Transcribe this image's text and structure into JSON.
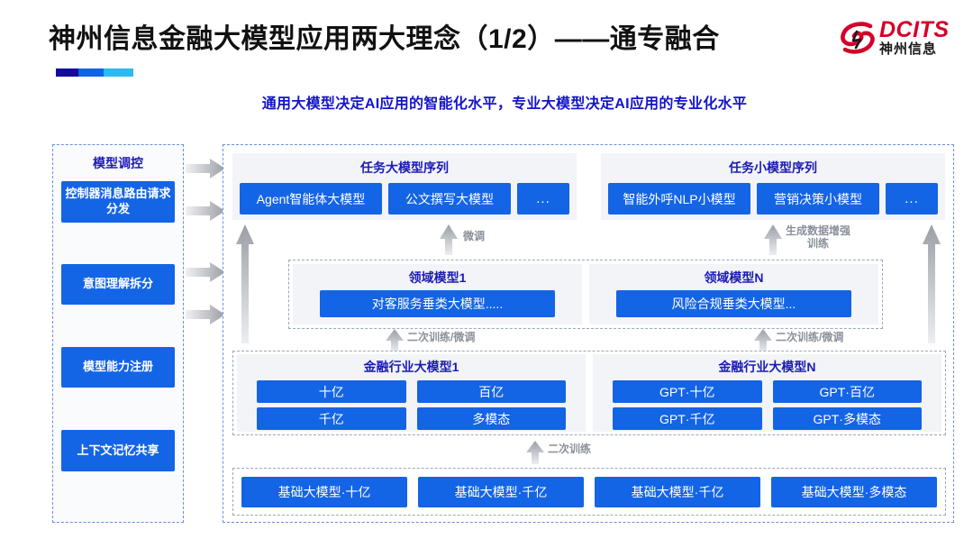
{
  "header": {
    "title": "神州信息金融大模型应用两大理念（1/2）——通专融合",
    "subtitle": "通用大模型决定AI应用的智能化水平，专业大模型决定AI应用的专业化水平",
    "logo": {
      "brand_latin": "DCITS",
      "brand_cn": "神州信息",
      "mark_color": "#d4002a"
    },
    "accent_bar": [
      "#150a9e",
      "#1062e8",
      "#27bdee"
    ]
  },
  "colors": {
    "chip_blue": "#1464e6",
    "title_blue": "#1b1bb4",
    "subtitle_blue": "#1414c8",
    "panel_gray": "#f2f4f7",
    "dash_border": "#6a8fd6",
    "arrow_gray": "#a8acb3"
  },
  "left_panel": {
    "title": "模型调控",
    "items": [
      {
        "label": "控制器消息路由请求分发"
      },
      {
        "label": "意图理解拆分"
      },
      {
        "label": "模型能力注册"
      },
      {
        "label": "上下文记忆共享"
      }
    ]
  },
  "task_rows": [
    {
      "title": "任务大模型序列",
      "chips": [
        "Agent智能体大模型",
        "公文撰写大模型",
        "..."
      ]
    },
    {
      "title": "任务小模型序列",
      "chips": [
        "智能外呼NLP小模型",
        "营销决策小模型",
        "..."
      ]
    }
  ],
  "domain_models": [
    {
      "title": "领域模型1",
      "chip": "对客服务垂类大模型....."
    },
    {
      "title": "领域模型N",
      "chip": "风险合规垂类大模型..."
    }
  ],
  "industry_models": [
    {
      "title": "金融行业大模型1",
      "chips": [
        "十亿",
        "百亿",
        "千亿",
        "多模态"
      ]
    },
    {
      "title": "金融行业大模型N",
      "chips": [
        "GPT·十亿",
        "GPT·百亿",
        "GPT·千亿",
        "GPT·多模态"
      ]
    }
  ],
  "base_models": {
    "chips": [
      "基础大模型·十亿",
      "基础大模型·千亿",
      "基础大模型·千亿",
      "基础大模型·多模态"
    ]
  },
  "flow_labels": {
    "fine_tune": "微调",
    "data_augment": "生成数据增强\n训练",
    "data_augment_line1": "生成数据增强",
    "data_augment_line2": "训练",
    "retrain_finetune_left": "二次训练/微调",
    "retrain_finetune_right": "二次训练/微调",
    "retrain": "二次训练"
  }
}
